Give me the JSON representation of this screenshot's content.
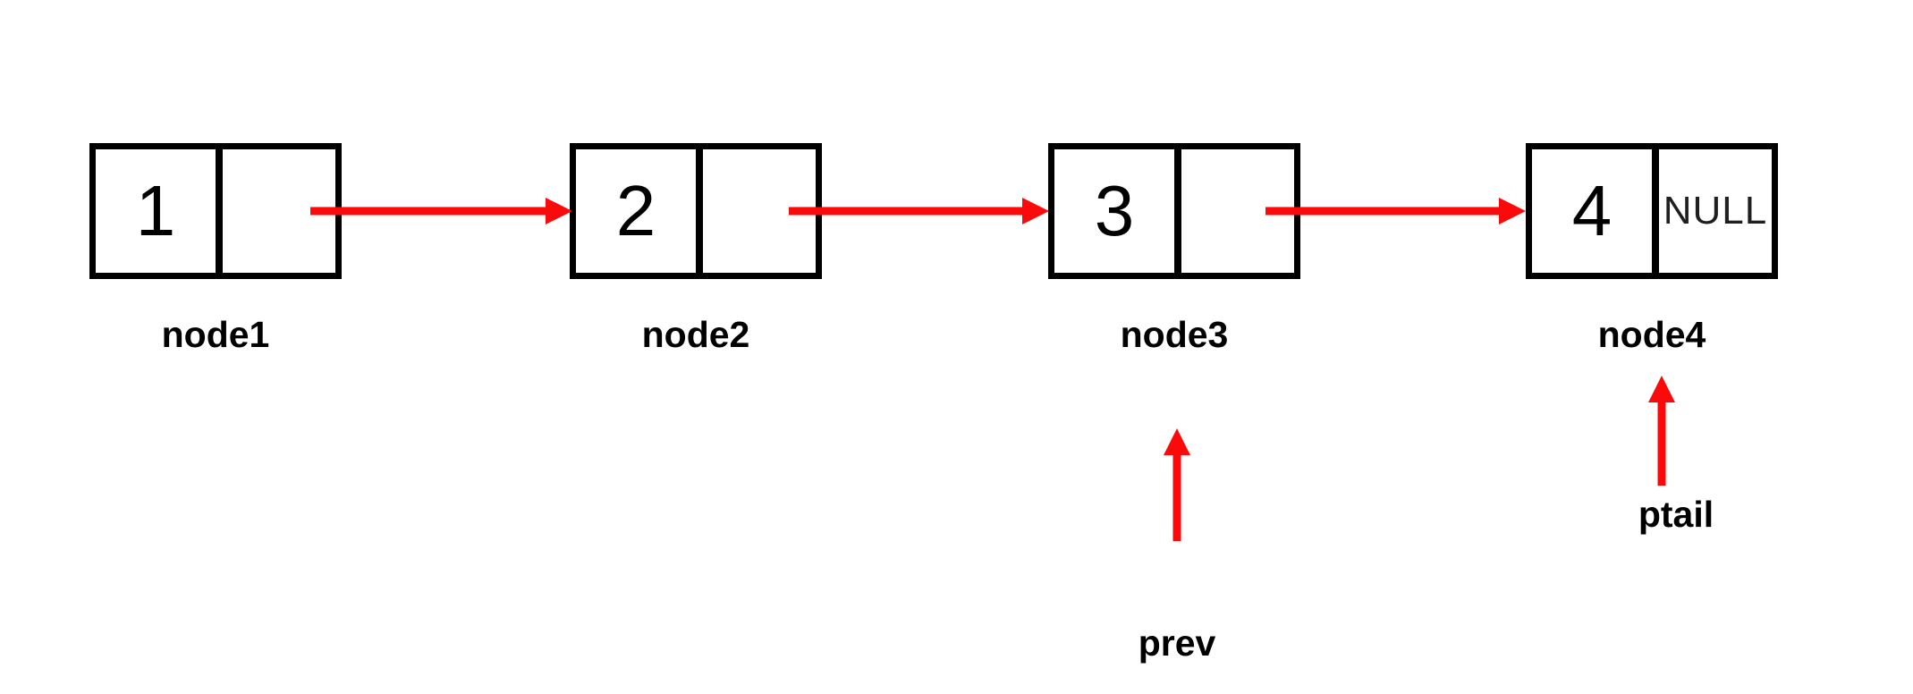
{
  "colors": {
    "background": "#ffffff",
    "box_border": "#000000",
    "value_text": "#000000",
    "null_text": "#1f1f1f",
    "label_text": "#000000",
    "arrow": "#fa0a0a"
  },
  "list": {
    "nodes": [
      {
        "value": "1",
        "next": "",
        "label": "node1"
      },
      {
        "value": "2",
        "next": "",
        "label": "node2"
      },
      {
        "value": "3",
        "next": "",
        "label": "node3"
      },
      {
        "value": "4",
        "next": "NULL",
        "label": "node4"
      }
    ],
    "edges": [
      {
        "from": "node1",
        "to": "node2"
      },
      {
        "from": "node2",
        "to": "node3"
      },
      {
        "from": "node3",
        "to": "node4"
      }
    ]
  },
  "pointers": {
    "prev": {
      "label": "prev",
      "points_to": "node3"
    },
    "ptail": {
      "label": "ptail",
      "points_to": "node4"
    }
  }
}
